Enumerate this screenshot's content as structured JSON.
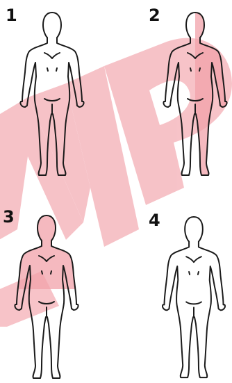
{
  "panels": [
    {
      "number": "1",
      "body_region": "none"
    },
    {
      "number": "2",
      "body_region": "right-side-of-figure"
    },
    {
      "number": "3",
      "body_region": "upper-body"
    },
    {
      "number": "4",
      "body_region": "none"
    }
  ],
  "watermark": {
    "letters": "MP",
    "color": "#f4a7ae"
  },
  "colors": {
    "outline": "#1a1a1a",
    "highlight": "#e88a94"
  }
}
